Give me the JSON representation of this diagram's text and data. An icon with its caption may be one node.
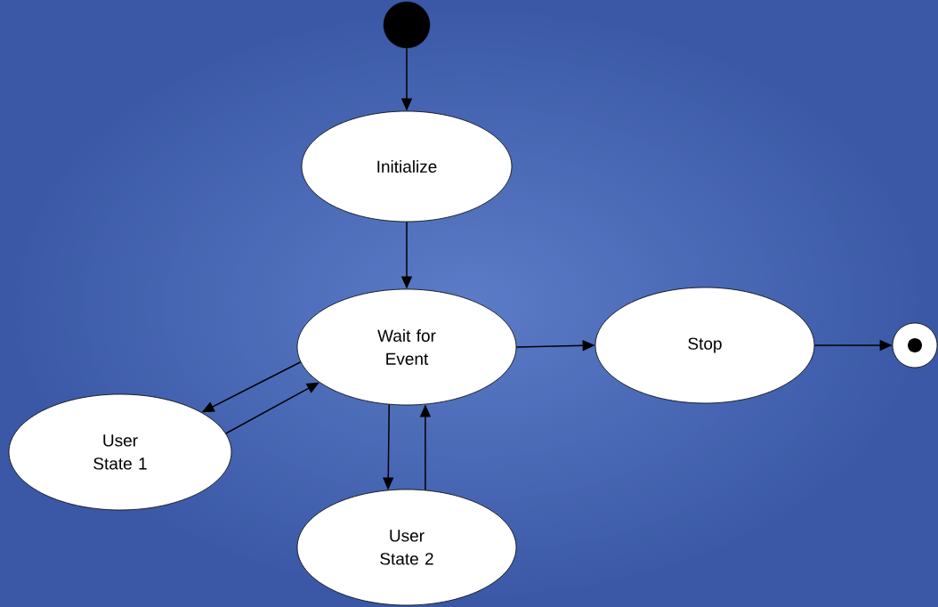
{
  "diagram": {
    "nodes": [
      {
        "text": [],
        "shape": "circle"
      },
      {
        "text": [
          "Initialize"
        ]
      },
      {
        "text": [
          "Wait for Event"
        ]
      },
      {
        "text": [
          "Stop"
        ]
      },
      {
        "text": [],
        "shape": "bullseye"
      },
      {
        "text": [
          "User State 1"
        ]
      },
      {
        "text": [
          "User State 2"
        ]
      }
    ],
    "edges": [
      {
        "from": 0,
        "to": 1,
        "arrow": "to"
      },
      {
        "from": 1,
        "to": 2,
        "arrow": "to"
      },
      {
        "from": 2,
        "to": 3,
        "arrow": "to"
      },
      {
        "from": 3,
        "to": 4,
        "arrow": "to"
      },
      {
        "from": 2,
        "to": 5,
        "arrow": "to"
      },
      {
        "from": 5,
        "to": 2,
        "arrow": "to"
      },
      {
        "from": 2,
        "to": 6,
        "arrow": "to"
      },
      {
        "from": 6,
        "to": 2,
        "arrow": "to"
      }
    ]
  }
}
